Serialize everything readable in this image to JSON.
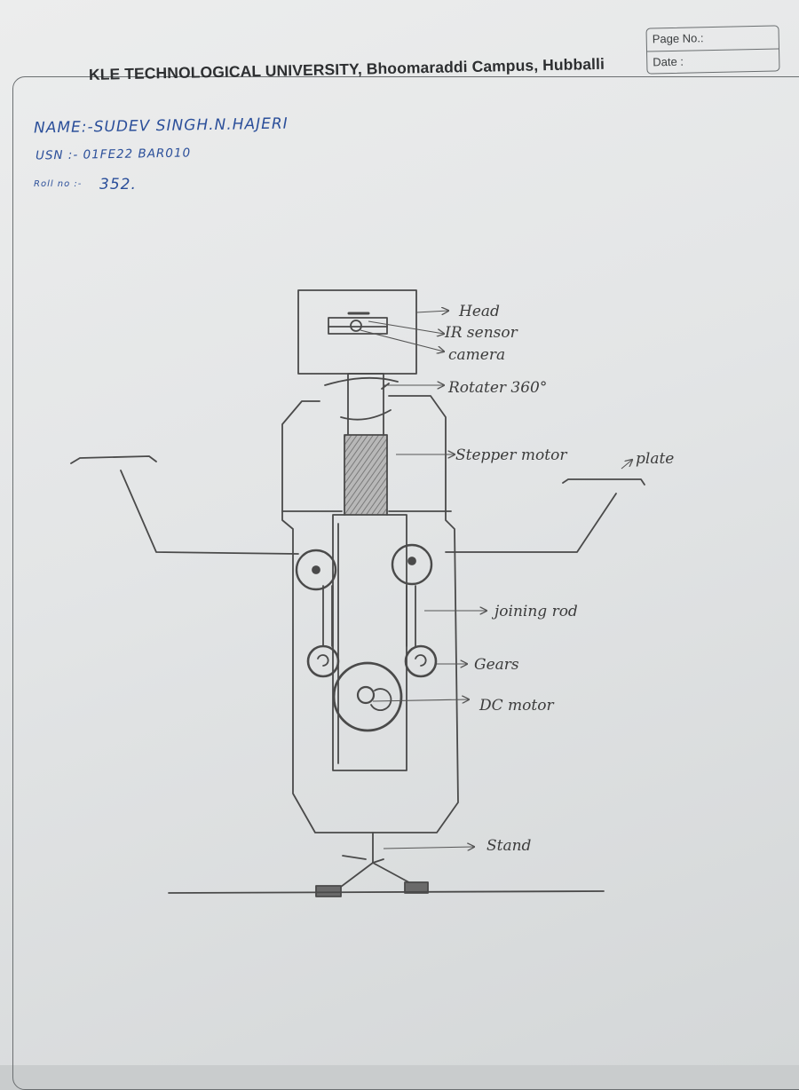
{
  "header": {
    "university": "KLE TECHNOLOGICAL UNIVERSITY, Bhoomaraddi Campus, Hubballi",
    "page_no_label": "Page No.:",
    "date_label": "Date :"
  },
  "student": {
    "name": "NAME:-SUDEV SINGH.N.HAJERI",
    "usn": "USN :- 01FE22 BAR010",
    "roll_label": "Roll no :-",
    "roll_value": "352."
  },
  "labels": {
    "head": "Head",
    "ir_sensor": "IR sensor",
    "camera": "camera",
    "rotater": "Rotater 360°",
    "stepper_motor": "Stepper motor",
    "plate": "plate",
    "joining_rod": "joining rod",
    "gears": "Gears",
    "dc_motor": "DC motor",
    "stand": "Stand"
  },
  "colors": {
    "pencil": "#4a4a4a",
    "ink": "#2b4f9a",
    "shade": "#9a9a9a"
  }
}
